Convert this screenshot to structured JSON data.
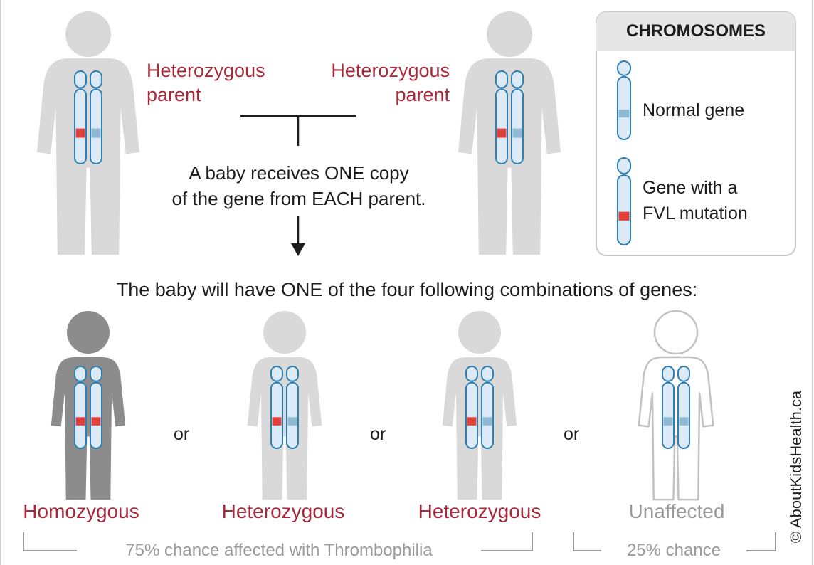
{
  "parents": {
    "left_label_line1": "Heterozygous",
    "left_label_line2": "parent",
    "right_label_line1": "Heterozygous",
    "right_label_line2": "parent"
  },
  "inheritance_note": {
    "line1": "A baby receives ONE copy",
    "line2": "of the gene from EACH parent."
  },
  "legend": {
    "title": "CHROMOSOMES",
    "normal_label": "Normal gene",
    "mutation_label_line1": "Gene with a",
    "mutation_label_line2": "FVL mutation"
  },
  "combinations_heading": "The baby will have ONE of the four following combinations of genes:",
  "separator_word": "or",
  "outcomes": [
    {
      "label": "Homozygous"
    },
    {
      "label": "Heterozygous"
    },
    {
      "label": "Heterozygous"
    },
    {
      "label": "Unaffected"
    }
  ],
  "brackets": {
    "affected": "75% chance affected with Thrombophilia",
    "unaffected": "25% chance"
  },
  "credit": "© AboutKidsHealth.ca",
  "colors": {
    "label_red": "#a8293a",
    "mutation_red": "#e0403a",
    "chromosome_outline": "#2f7fb3",
    "chromosome_fill": "#dbeaf6",
    "normal_band": "#8fb8d2",
    "parent_figure": "#d9d9d9",
    "homozygous_figure": "#8c8c8c",
    "heterozygous_figure": "#d9d9d9",
    "unaffected_figure": "#ffffff"
  }
}
